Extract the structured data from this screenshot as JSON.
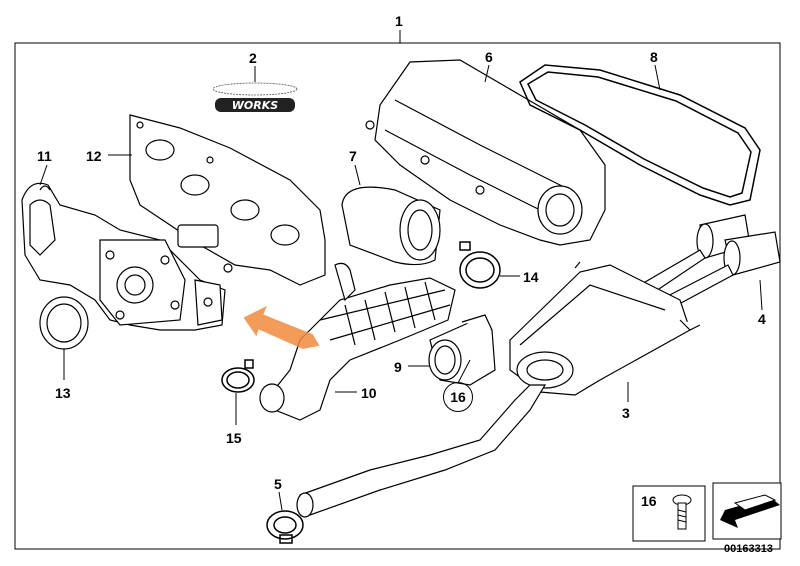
{
  "diagram": {
    "title": "Exhaust system / intake parts diagram",
    "logo_text": "WORKS",
    "reference_number": "00163313",
    "callouts": {
      "c1": "1",
      "c2": "2",
      "c3": "3",
      "c4": "4",
      "c5": "5",
      "c6": "6",
      "c7": "7",
      "c8": "8",
      "c9": "9",
      "c10": "10",
      "c11": "11",
      "c12": "12",
      "c13": "13",
      "c14": "14",
      "c15": "15",
      "c16": "16",
      "c16_inset": "16"
    },
    "colors": {
      "line": "#000000",
      "arrow": "#f28a3c",
      "background": "#ffffff"
    }
  }
}
